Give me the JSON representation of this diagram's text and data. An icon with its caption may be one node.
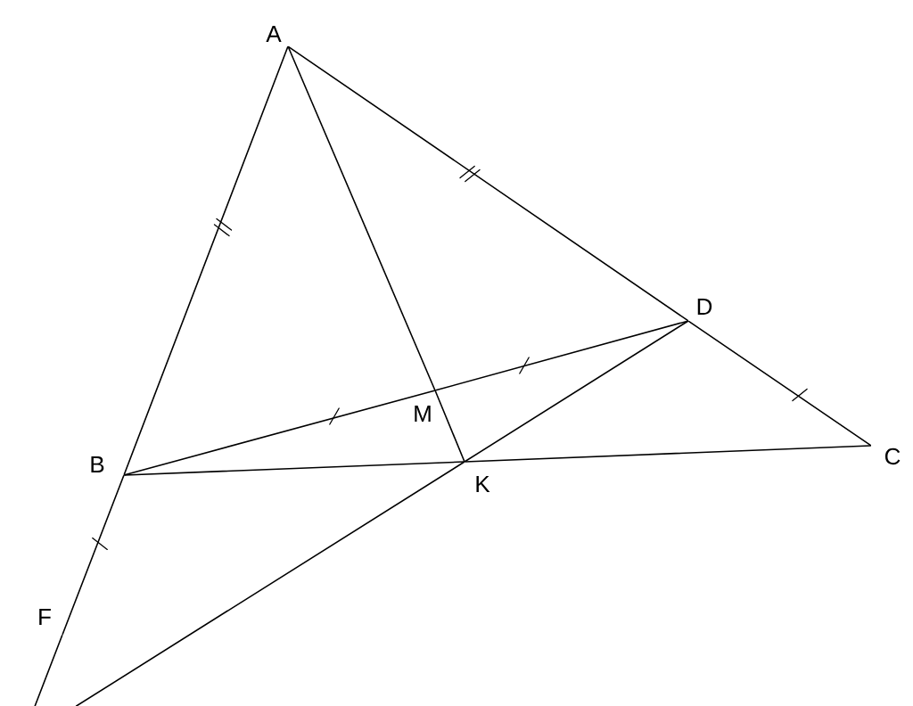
{
  "diagram": {
    "nodes": [
      {
        "text": [
          "A"
        ]
      },
      {
        "text": [
          "B"
        ]
      },
      {
        "text": [
          "C"
        ]
      },
      {
        "text": [
          "D"
        ]
      },
      {
        "text": [
          "M"
        ]
      },
      {
        "text": [
          "K"
        ]
      },
      {
        "text": [
          "F"
        ]
      }
    ],
    "edges": [
      {
        "from": 0,
        "to": 1,
        "arrow": "none"
      },
      {
        "from": 1,
        "to": 6,
        "arrow": "none"
      },
      {
        "from": 6,
        "to": null,
        "arrow": "none"
      },
      {
        "from": 0,
        "to": 3,
        "arrow": "none"
      },
      {
        "from": 3,
        "to": 2,
        "arrow": "none"
      },
      {
        "from": 0,
        "to": 4,
        "arrow": "none"
      },
      {
        "from": 4,
        "to": 5,
        "arrow": "none"
      },
      {
        "from": 1,
        "to": 4,
        "arrow": "none"
      },
      {
        "from": 4,
        "to": 3,
        "arrow": "none"
      },
      {
        "from": 1,
        "to": 5,
        "arrow": "none"
      },
      {
        "from": 5,
        "to": 2,
        "arrow": "none"
      },
      {
        "from": 3,
        "to": 5,
        "arrow": "none"
      },
      {
        "from": 5,
        "to": null,
        "arrow": "none"
      }
    ]
  }
}
